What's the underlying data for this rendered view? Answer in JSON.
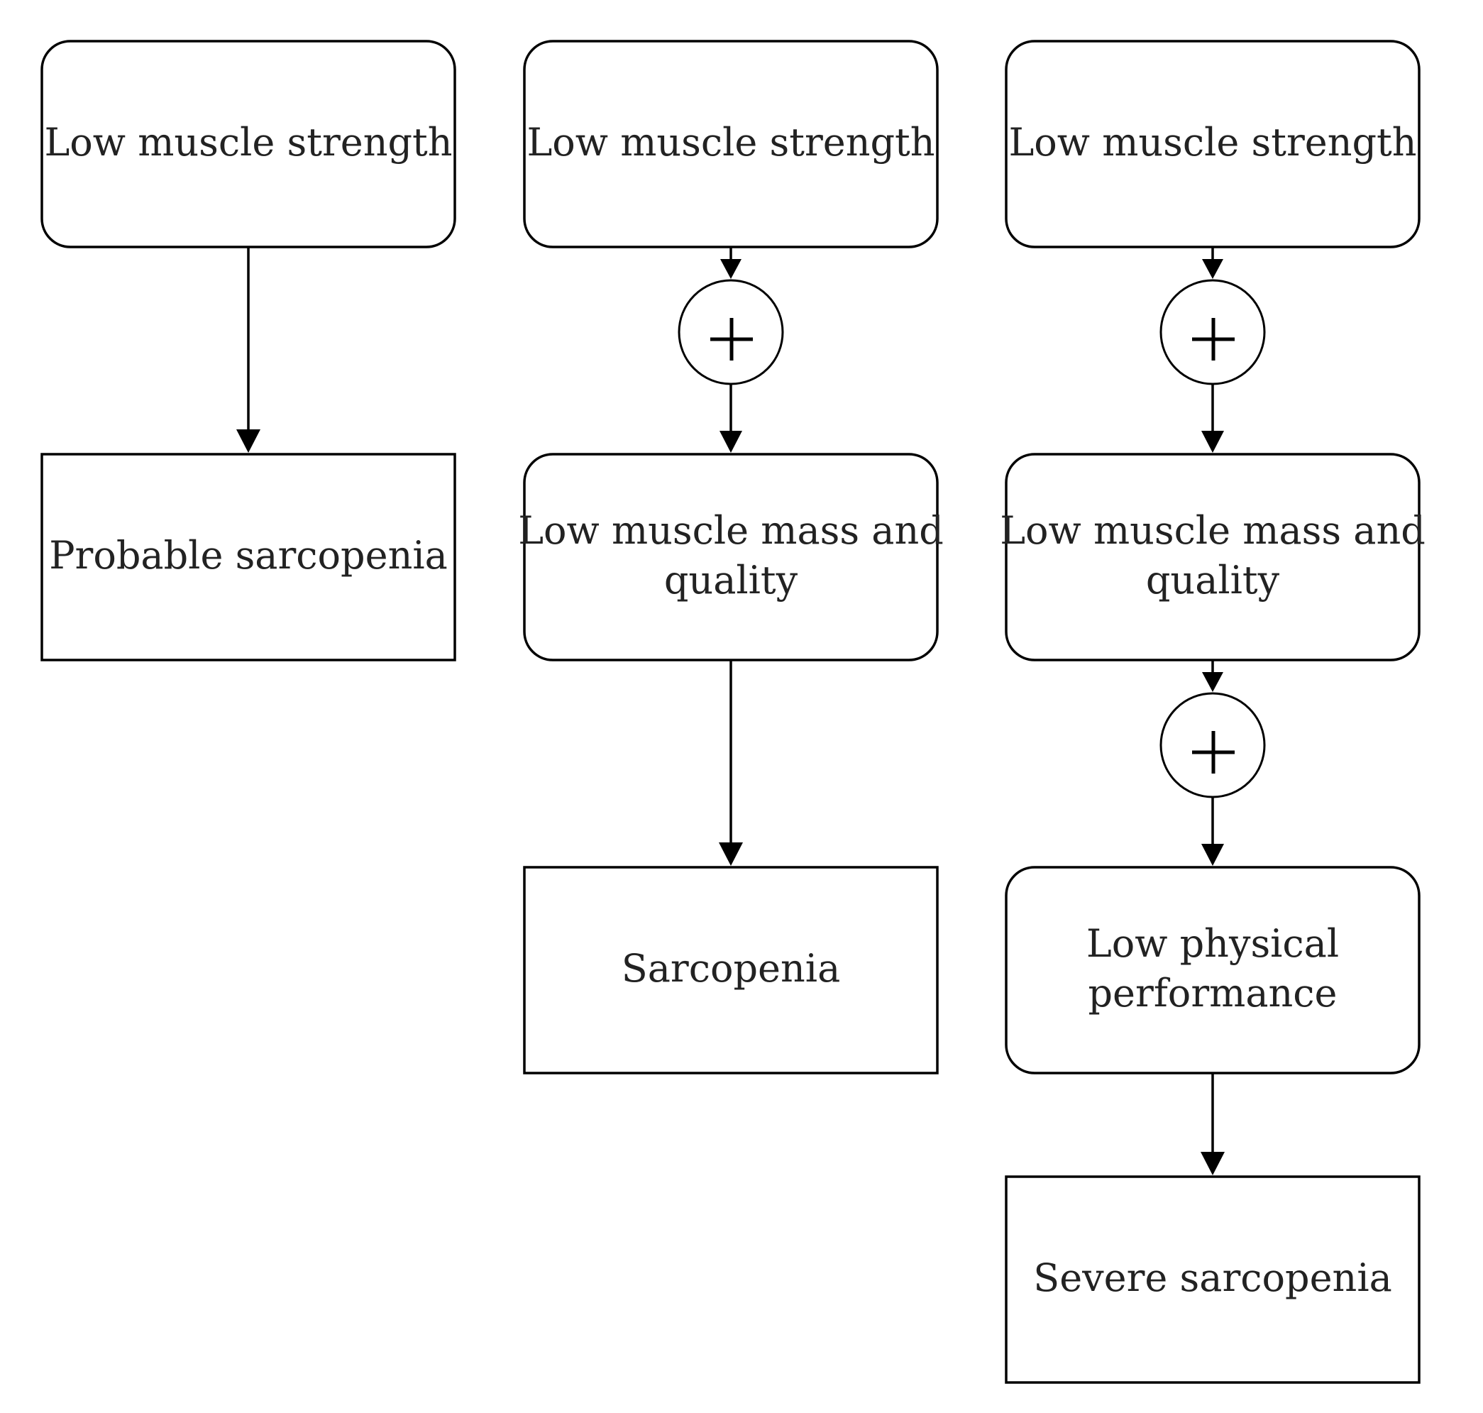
{
  "columns": [
    {
      "steps": [
        {
          "label": "Low muscle strength"
        }
      ],
      "outcome": "Probable sarcopenia"
    },
    {
      "steps": [
        {
          "label": "Low muscle strength"
        },
        {
          "label": "Low muscle mass and quality"
        }
      ],
      "outcome": "Sarcopenia"
    },
    {
      "steps": [
        {
          "label": "Low muscle strength"
        },
        {
          "label": "Low muscle mass and quality"
        },
        {
          "label": "Low physical performance"
        }
      ],
      "outcome": "Severe sarcopenia"
    }
  ],
  "combine_symbol": "+"
}
